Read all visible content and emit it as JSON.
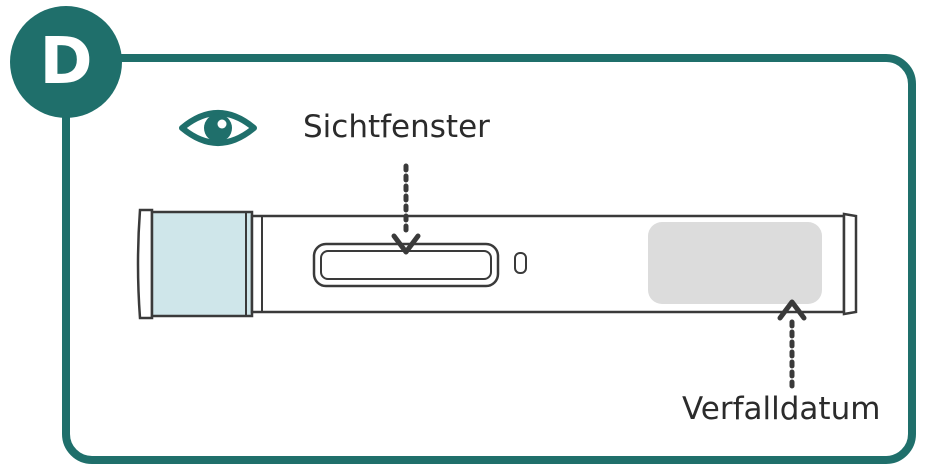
{
  "step": {
    "letter": "D"
  },
  "labels": {
    "viewing_window": "Sichtfenster",
    "expiry_date": "Verfalldatum"
  },
  "icons": {
    "step_badge": "step-badge-icon",
    "eye": "eye-icon",
    "arrow": "dotted-arrow-icon"
  },
  "colors": {
    "accent": "#1f6f6b",
    "cap_fill": "#cfe6ea",
    "expiry_label_fill": "#dcdcdc",
    "outline": "#3a3a3a"
  }
}
